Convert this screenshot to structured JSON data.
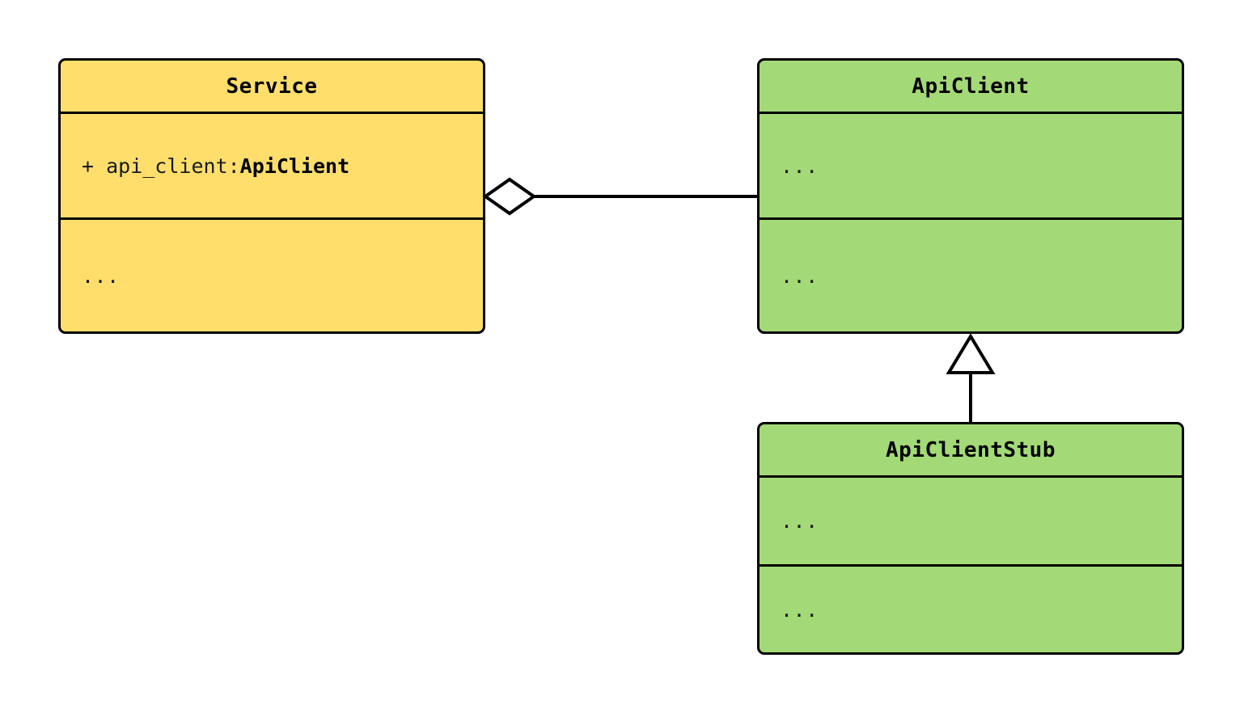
{
  "diagram": {
    "kind": "uml-class-diagram",
    "background": "#ffffff",
    "colors": {
      "service_fill": "#ffde6b",
      "client_fill": "#a3d977",
      "stroke": "#000000",
      "connector_fill": "#ffffff"
    }
  },
  "classes": [
    {
      "id": "service",
      "name": "Service",
      "fill": "#ffde6b",
      "attributes": [
        {
          "visibility": "+",
          "name": "api_client",
          "separator": ":",
          "type": "ApiClient",
          "text": "+ api_client: "
        }
      ],
      "operations": [
        {
          "text": "..."
        }
      ]
    },
    {
      "id": "api_client",
      "name": "ApiClient",
      "fill": "#a3d977",
      "attributes": [
        {
          "text": "..."
        }
      ],
      "operations": [
        {
          "text": "..."
        }
      ]
    },
    {
      "id": "api_client_stub",
      "name": "ApiClientStub",
      "fill": "#a3d977",
      "attributes": [
        {
          "text": "..."
        }
      ],
      "operations": [
        {
          "text": "..."
        }
      ]
    }
  ],
  "relationships": [
    {
      "id": "service-aggregates-apiclient",
      "type": "aggregation",
      "marker": "hollow-diamond",
      "source": "Service",
      "target": "ApiClient",
      "label": ""
    },
    {
      "id": "apiclientstub-inherits-apiclient",
      "type": "generalization",
      "marker": "hollow-triangle",
      "source": "ApiClientStub",
      "target": "ApiClient",
      "label": ""
    }
  ]
}
